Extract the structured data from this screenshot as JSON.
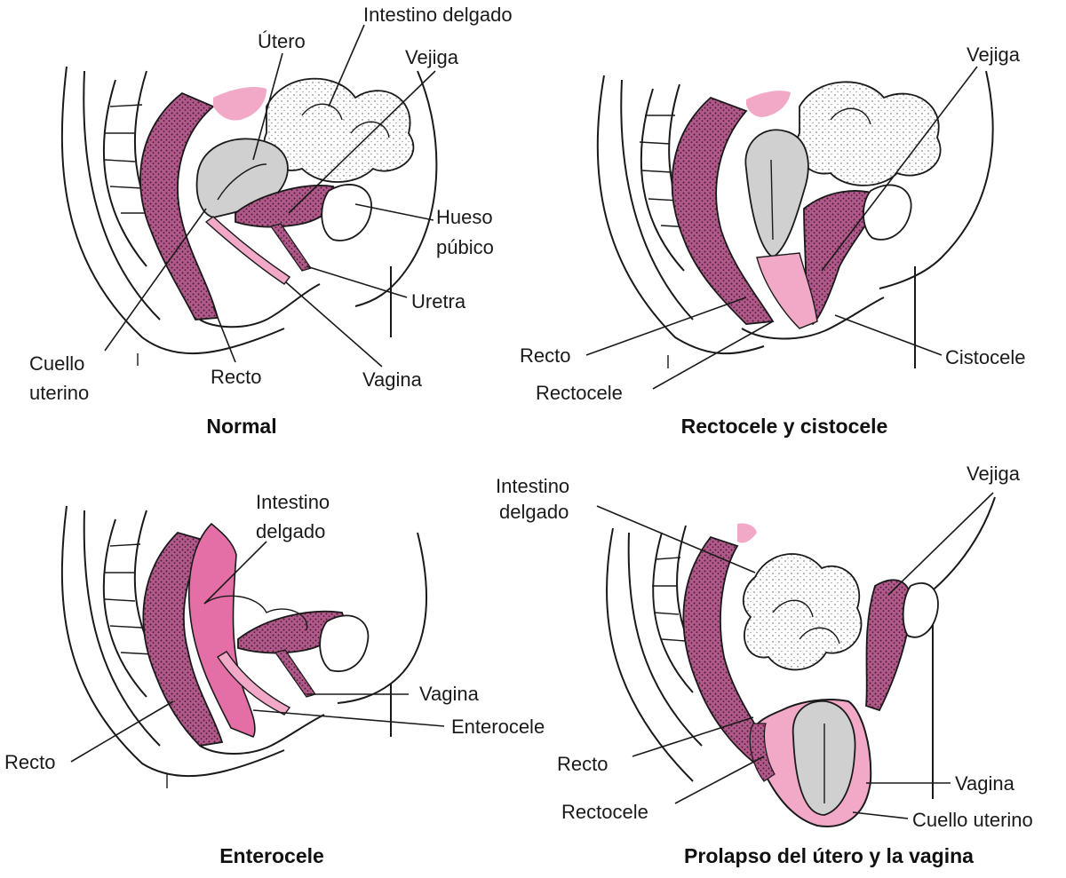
{
  "colors": {
    "tissue": "#f2a9c8",
    "dark_tissue": "#a04a78",
    "organ": "#d0d0d0",
    "line": "#1a1a1a"
  },
  "panels": {
    "normal": {
      "caption": "Normal",
      "labels": {
        "small_intestine": "Intestino delgado",
        "uterus": "Útero",
        "bladder": "Vejiga",
        "pubic_bone_1": "Hueso",
        "pubic_bone_2": "púbico",
        "urethra": "Uretra",
        "cervix_1": "Cuello",
        "cervix_2": "uterino",
        "rectum": "Recto",
        "vagina": "Vagina"
      }
    },
    "rectocele": {
      "caption": "Rectocele y cistocele",
      "labels": {
        "bladder": "Vejiga",
        "rectum": "Recto",
        "rectocele": "Rectocele",
        "cystocele": "Cistocele"
      }
    },
    "enterocele": {
      "caption": "Enterocele",
      "labels": {
        "small_intestine_1": "Intestino",
        "small_intestine_2": "delgado",
        "vagina": "Vagina",
        "enterocele": "Enterocele",
        "rectum": "Recto"
      }
    },
    "prolapse": {
      "caption": "Prolapso del útero y la vagina",
      "labels": {
        "small_intestine_1": "Intestino",
        "small_intestine_2": "delgado",
        "bladder": "Vejiga",
        "rectum": "Recto",
        "rectocele": "Rectocele",
        "vagina": "Vagina",
        "cervix": "Cuello uterino"
      }
    }
  }
}
